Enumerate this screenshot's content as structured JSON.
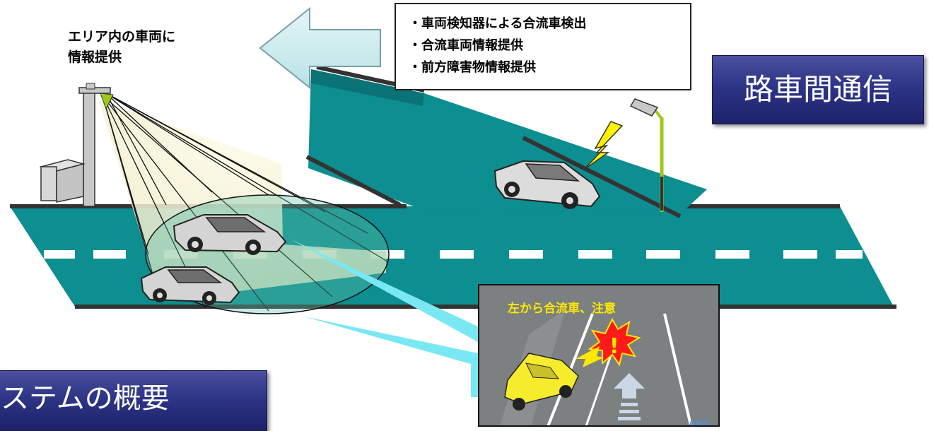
{
  "area_label": {
    "line1": "エリア内の車両に",
    "line2": "情報提供"
  },
  "info_box": {
    "items": [
      "・車両検知器による合流車検出",
      "・合流車両情報提供",
      "・前方障害物情報提供"
    ]
  },
  "badges": {
    "road_to_vehicle": "路車間通信",
    "overview": "システムの概要"
  },
  "screen": {
    "warning": "左から合流車、注意",
    "logo": "AHS"
  },
  "colors": {
    "road": "#0d8e90",
    "road_dark": "#0a7375",
    "arrow_fill": "#c9ecee",
    "badge": "#2e3586",
    "warning_text": "#ffe800",
    "callout": "#79e8f2"
  }
}
